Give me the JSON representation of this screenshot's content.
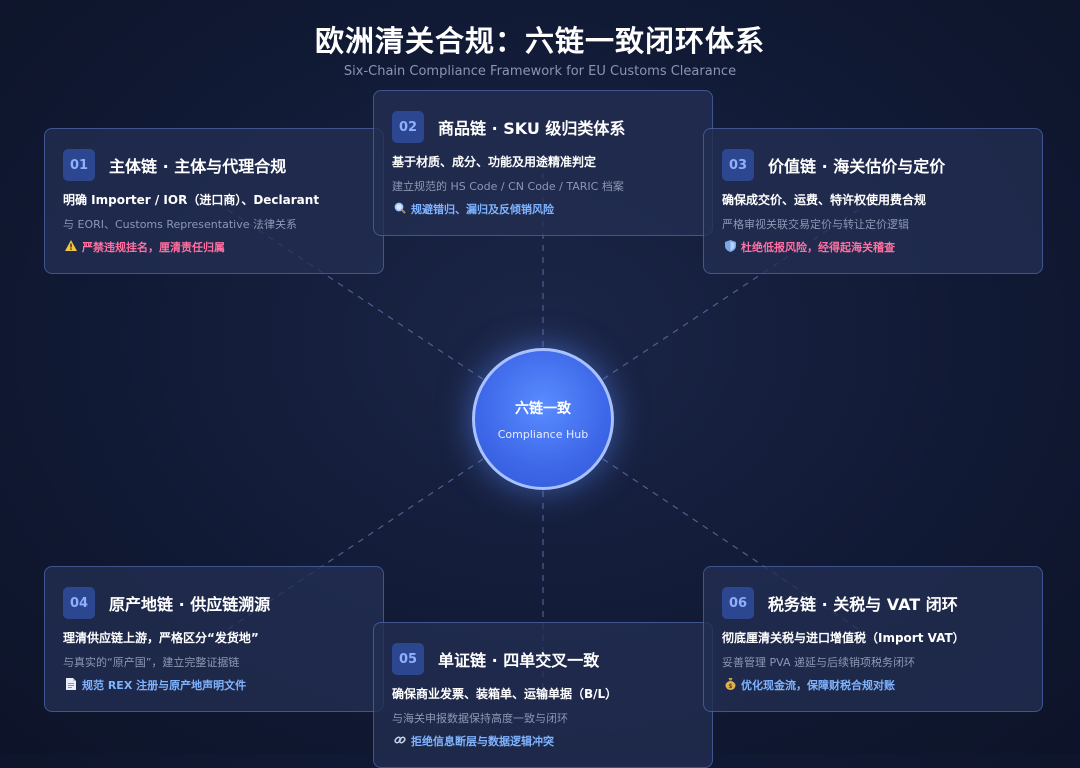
{
  "header": {
    "title": "欧洲清关合规：六链一致闭环体系",
    "subtitle": "Six-Chain Compliance Framework for EU Customs Clearance"
  },
  "hub": {
    "title": "六链一致",
    "subtitle": "Compliance Hub"
  },
  "chains": [
    {
      "number": "01",
      "title": "主体链 · 主体与代理合规",
      "line1": "明确 Importer / IOR（进口商）、Declarant",
      "line2": "与 EORI、Customs Representative 法律关系",
      "icon": "warning-icon",
      "line3": "严禁违规挂名，厘清责任归属",
      "tone": "warn"
    },
    {
      "number": "02",
      "title": "商品链 · SKU 级归类体系",
      "line1": "基于材质、成分、功能及用途精准判定",
      "line2": "建立规范的 HS Code / CN Code / TARIC 档案",
      "icon": "search-icon",
      "line3": "规避错归、漏归及反倾销风险",
      "tone": "info"
    },
    {
      "number": "03",
      "title": "价值链 · 海关估价与定价",
      "line1": "确保成交价、运费、特许权使用费合规",
      "line2": "严格审视关联交易定价与转让定价逻辑",
      "icon": "shield-icon",
      "line3": "杜绝低报风险，经得起海关稽查",
      "tone": "warn"
    },
    {
      "number": "04",
      "title": "原产地链 · 供应链溯源",
      "line1": "理清供应链上游，严格区分“发货地”",
      "line2": "与真实的“原产国”，建立完整证据链",
      "icon": "document-icon",
      "line3": "规范 REX 注册与原产地声明文件",
      "tone": "info"
    },
    {
      "number": "05",
      "title": "单证链 · 四单交叉一致",
      "line1": "确保商业发票、装箱单、运输单据（B/L）",
      "line2": "与海关申报数据保持高度一致与闭环",
      "icon": "link-icon",
      "line3": "拒绝信息断层与数据逻辑冲突",
      "tone": "info"
    },
    {
      "number": "06",
      "title": "税务链 · 关税与 VAT 闭环",
      "line1": "彻底厘清关税与进口增值税（Import VAT）",
      "line2": "妥善管理 PVA 递延与后续销项税务闭环",
      "icon": "money-bag-icon",
      "line3": "优化现金流，保障财税合规对账",
      "tone": "info"
    }
  ]
}
